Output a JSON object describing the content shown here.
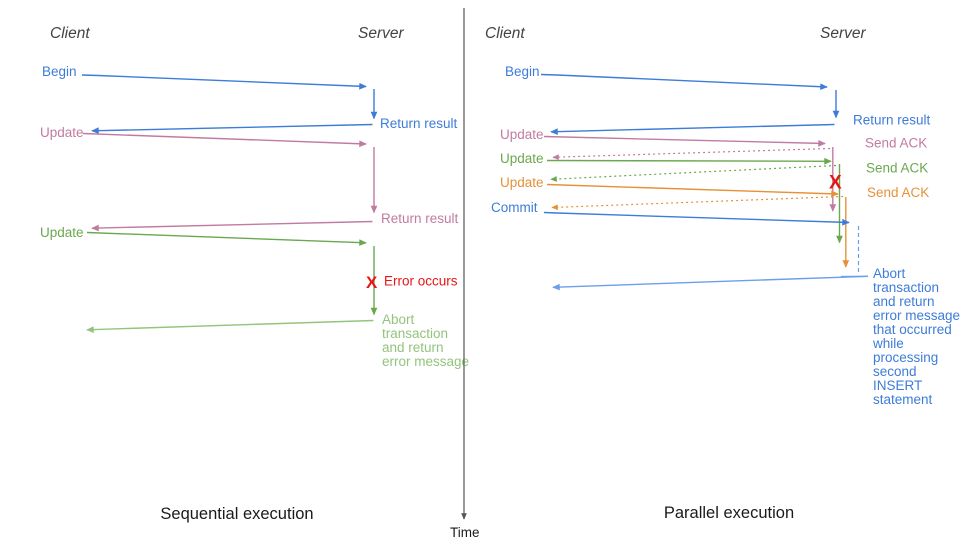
{
  "left": {
    "title": "Sequential execution",
    "client": "Client",
    "server": "Server",
    "begin": "Begin",
    "return_result_1": "Return result",
    "update_1": "Update",
    "return_result_2": "Return result",
    "update_2": "Update",
    "error_x": "X",
    "error_label": "Error occurs",
    "abort_lines": [
      "Abort",
      "transaction",
      "and return",
      "error message"
    ]
  },
  "right": {
    "title": "Parallel execution",
    "client": "Client",
    "server": "Server",
    "begin": "Begin",
    "return_result": "Return result",
    "update_1": "Update",
    "send_ack_1": "Send ACK",
    "update_2": "Update",
    "send_ack_2": "Send ACK",
    "update_3": "Update",
    "send_ack_3": "Send ACK",
    "commit": "Commit",
    "error_x": "X",
    "abort_lines": [
      "Abort",
      "transaction",
      "and return",
      "error message",
      "that occurred",
      "while",
      "processing",
      "second",
      "INSERT",
      "statement"
    ]
  },
  "time": {
    "label": "Time"
  },
  "colors": {
    "blue": "#3D7CD8",
    "light_blue": "#6D9EEB",
    "pink": "#C27BA0",
    "green": "#6AA84F",
    "light_green": "#93C47D",
    "orange": "#E69138",
    "red": "#E81414",
    "text": "#1A1A1A",
    "header": "#434343",
    "axis": "#555555"
  }
}
